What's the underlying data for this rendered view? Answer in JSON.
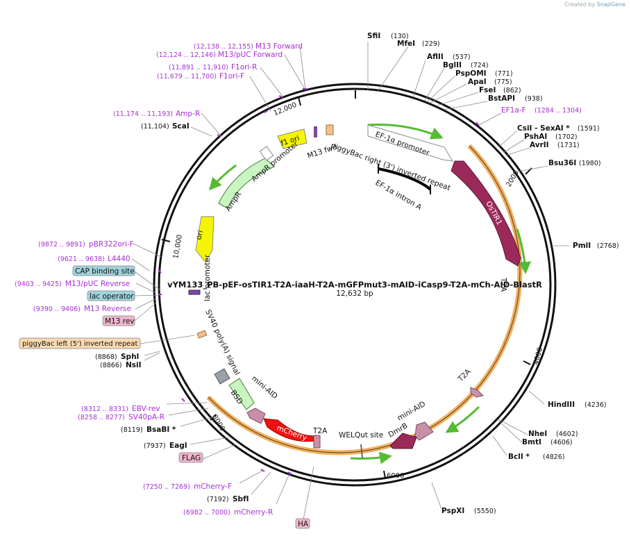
{
  "credit": {
    "prefix": "Created by",
    "brand": "SnapGene"
  },
  "plasmid": {
    "name": "vYM133_PB-pEF-osTIR1-T2A-iaaH-T2A-mGFPmut3-mAID-iCasp9-T2A-mCh-AID-BlastR",
    "size_label": "12,632 bp",
    "length": 12632
  },
  "ticks": [
    "2000",
    "4000",
    "6000",
    "8000",
    "10,000",
    "12,000"
  ],
  "sites": [
    {
      "name": "SfiI",
      "pos": "(130)"
    },
    {
      "name": "MfeI",
      "pos": "(229)"
    },
    {
      "name": "AflII",
      "pos": "(537)"
    },
    {
      "name": "BglII",
      "pos": "(724)"
    },
    {
      "name": "PspOMI",
      "pos": "(771)"
    },
    {
      "name": "ApaI",
      "pos": "(775)"
    },
    {
      "name": "FseI",
      "pos": "(862)"
    },
    {
      "name": "BstAPI",
      "pos": "(938)"
    },
    {
      "name": "EF1a-F",
      "pos": "(1284 .. 1304)"
    },
    {
      "name": "CsiI - SexAI *",
      "pos": "(1591)"
    },
    {
      "name": "PshAI",
      "pos": "(1702)"
    },
    {
      "name": "AvrII",
      "pos": "(1731)"
    },
    {
      "name": "Bsu36I",
      "pos": "(1980)"
    },
    {
      "name": "PmlI",
      "pos": "(2768)"
    },
    {
      "name": "HindIII",
      "pos": "(4236)"
    },
    {
      "name": "NheI",
      "pos": "(4602)"
    },
    {
      "name": "BmtI",
      "pos": "(4606)"
    },
    {
      "name": "BclI *",
      "pos": "(4826)"
    },
    {
      "name": "PspXI",
      "pos": "(5550)"
    },
    {
      "name": "HA",
      "pos": ""
    },
    {
      "name": "mCherry-R",
      "pos": "(6982 .. 7000)"
    },
    {
      "name": "SbfI",
      "pos": "(7192)"
    },
    {
      "name": "mCherry-F",
      "pos": "(7250 .. 7269)"
    },
    {
      "name": "FLAG",
      "pos": ""
    },
    {
      "name": "EagI",
      "pos": "(7937)"
    },
    {
      "name": "BsaBI *",
      "pos": "(8119)"
    },
    {
      "name": "SV40pA-R",
      "pos": "(8258 .. 8277)"
    },
    {
      "name": "EBV-rev",
      "pos": "(8312 .. 8331)"
    },
    {
      "name": "NsiI",
      "pos": "(8866)"
    },
    {
      "name": "SphI",
      "pos": "(8868)"
    },
    {
      "name": "piggyBac left (5') inverted repeat",
      "pos": ""
    },
    {
      "name": "M13 rev",
      "pos": ""
    },
    {
      "name": "M13 Reverse",
      "pos": "(9390 .. 9406)"
    },
    {
      "name": "lac operator",
      "pos": ""
    },
    {
      "name": "M13/pUC Reverse",
      "pos": "(9403 .. 9425)"
    },
    {
      "name": "CAP binding site",
      "pos": ""
    },
    {
      "name": "L4440",
      "pos": "(9621 .. 9638)"
    },
    {
      "name": "pBR322ori-F",
      "pos": "(9872 .. 9891)"
    },
    {
      "name": "ScaI",
      "pos": "(11,104)"
    },
    {
      "name": "Amp-R",
      "pos": "(11,174 .. 11,193)"
    },
    {
      "name": "F1ori-F",
      "pos": "(11,679 .. 11,700)"
    },
    {
      "name": "F1ori-R",
      "pos": "(11,891 .. 11,910)"
    },
    {
      "name": "M13/pUC Forward",
      "pos": "(12,124 .. 12,146)"
    },
    {
      "name": "M13 Forward",
      "pos": "(12,138 .. 12,155)"
    }
  ],
  "features": [
    "EF-1α promoter",
    "piggyBac right (3') inverted repeat",
    "EF-1α intron A",
    "OsTIR1",
    "T2A",
    "T2A",
    "DmrB",
    "mini-AID",
    "WELQut site",
    "T2A",
    "mCherry",
    "mini-AID",
    "BSD",
    "SV40 poly(A) signal",
    "lac promoter",
    "ori",
    "AmpR",
    "AmpR promoter",
    "f1 ori",
    "M13 fwd"
  ],
  "colors": {
    "primer": "#a62fd1",
    "site_text": "#000000",
    "orf_red": "#ee1111",
    "orf_maroon": "#9b2a5a",
    "orf_pink": "#c890a8",
    "yellow_ori": "#f5f500",
    "ampr_green": "#c8f5c0",
    "arc_orange": "#f0a850",
    "arc_green": "#55bb33",
    "label_blue_bg": "#9fd3dc",
    "label_orange_bg": "#fbd9b0",
    "label_pink_bg": "#f0b5ce"
  }
}
